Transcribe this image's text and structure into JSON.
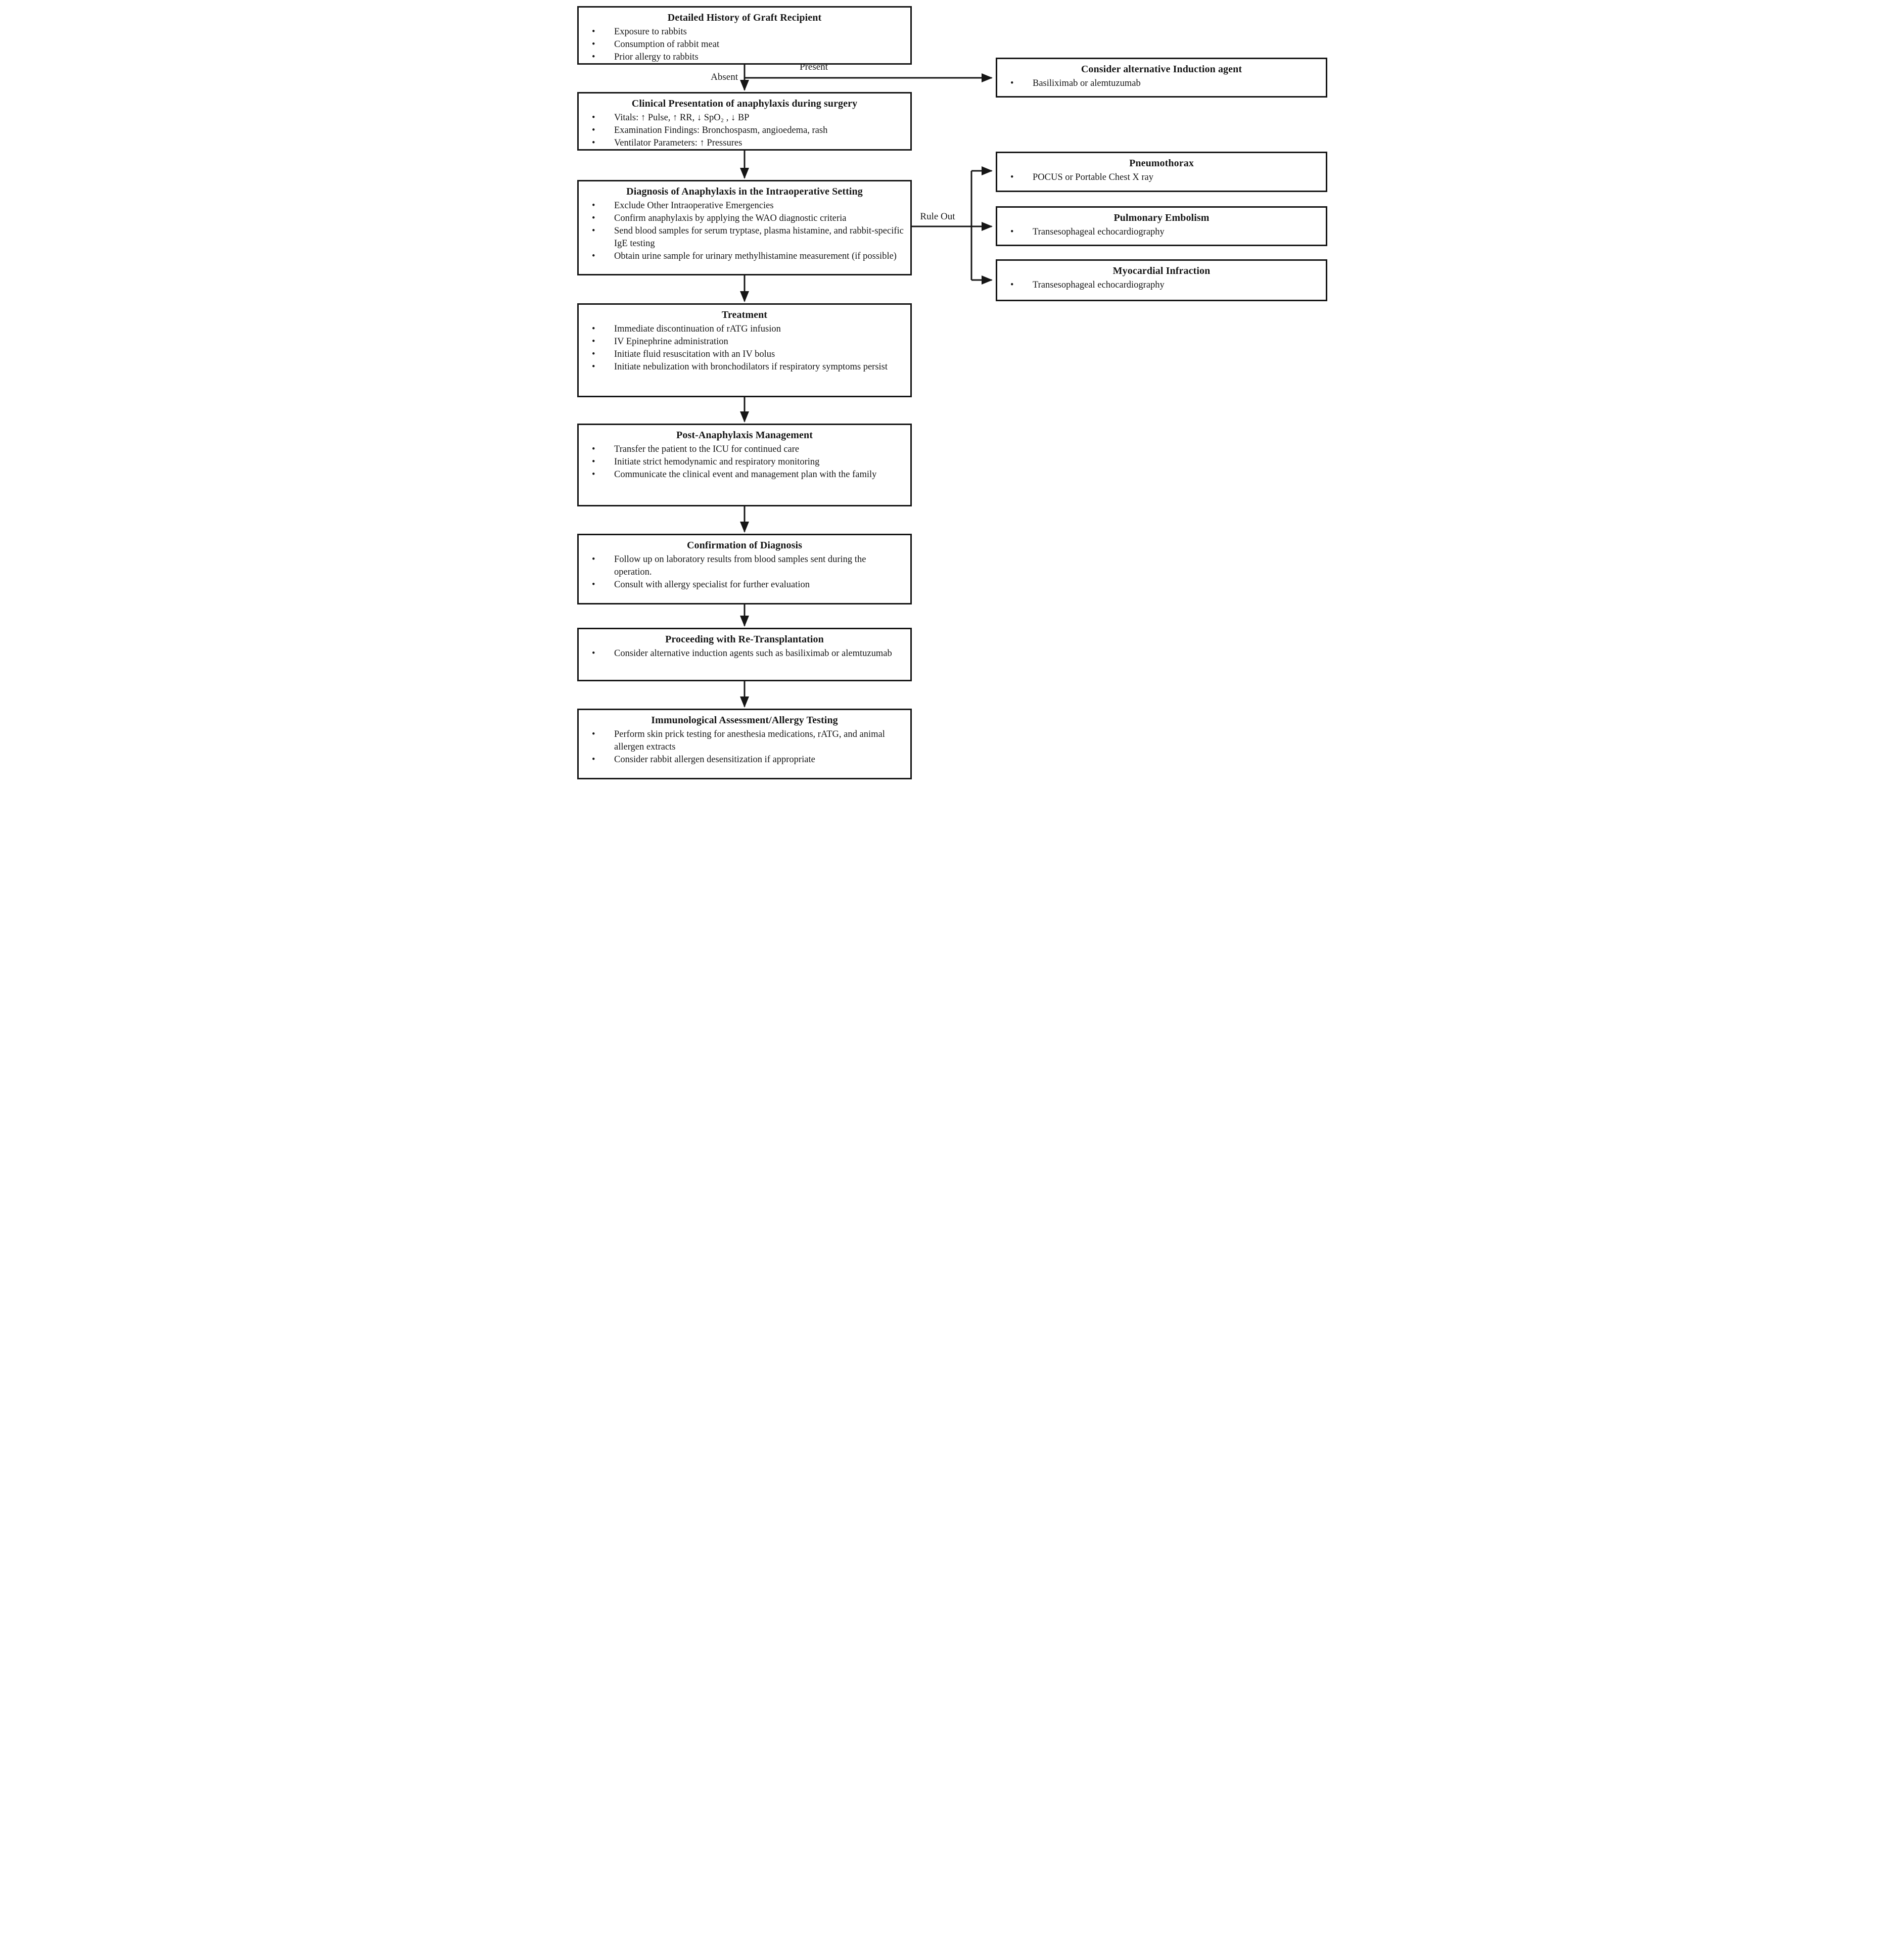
{
  "colors": {
    "line": "#161616",
    "text": "#161616",
    "background": "#ffffff"
  },
  "labels": {
    "absent": "Absent",
    "present": "Present",
    "rule_out": "Rule Out"
  },
  "main_flow": [
    {
      "title": "Detailed History of Graft Recipient",
      "bullets": [
        "Exposure to rabbits",
        "Consumption of rabbit meat",
        "Prior allergy to rabbits"
      ]
    },
    {
      "title": "Clinical Presentation of anaphylaxis during surgery",
      "bullets": [
        "Vitals: ↑ Pulse, ↑ RR, ↓ SpO₂ , ↓ BP",
        "Examination Findings: Bronchospasm, angioedema, rash",
        "Ventilator Parameters: ↑ Pressures"
      ]
    },
    {
      "title": "Diagnosis of Anaphylaxis in the Intraoperative Setting",
      "bullets": [
        "Exclude Other Intraoperative Emergencies",
        "Confirm anaphylaxis by applying the WAO diagnostic criteria",
        "Send blood samples for serum tryptase, plasma histamine, and rabbit-specific IgE testing",
        "Obtain urine sample for urinary methylhistamine measurement (if possible)"
      ]
    },
    {
      "title": "Treatment",
      "bullets": [
        "Immediate discontinuation of rATG infusion",
        "IV Epinephrine administration",
        "Initiate fluid resuscitation with an IV bolus",
        "Initiate nebulization with bronchodilators if respiratory symptoms persist"
      ]
    },
    {
      "title": "Post-Anaphylaxis Management",
      "bullets": [
        "Transfer the patient to the ICU for continued care",
        "Initiate strict hemodynamic and respiratory monitoring",
        "Communicate the clinical event and management plan with the family"
      ]
    },
    {
      "title": "Confirmation of Diagnosis",
      "bullets": [
        "Follow up on laboratory results from blood samples sent during the operation.",
        "Consult with allergy specialist for further evaluation"
      ]
    },
    {
      "title": "Proceeding with Re-Transplantation",
      "bullets": [
        "Consider alternative induction agents such as basiliximab or alemtuzumab"
      ]
    },
    {
      "title": "Immunological Assessment/Allergy Testing",
      "bullets": [
        "Perform skin prick testing for anesthesia medications, rATG, and animal allergen extracts",
        "Consider rabbit allergen desensitization if appropriate"
      ]
    }
  ],
  "side_boxes": [
    {
      "title": "Consider alternative Induction agent",
      "bullets": [
        "Basiliximab or alemtuzumab"
      ]
    },
    {
      "title": "Pneumothorax",
      "bullets": [
        "POCUS or Portable Chest X ray"
      ]
    },
    {
      "title": "Pulmonary Embolism",
      "bullets": [
        "Transesophageal echocardiography"
      ]
    },
    {
      "title": "Myocardial Infraction",
      "bullets": [
        "Transesophageal echocardiography"
      ]
    }
  ]
}
